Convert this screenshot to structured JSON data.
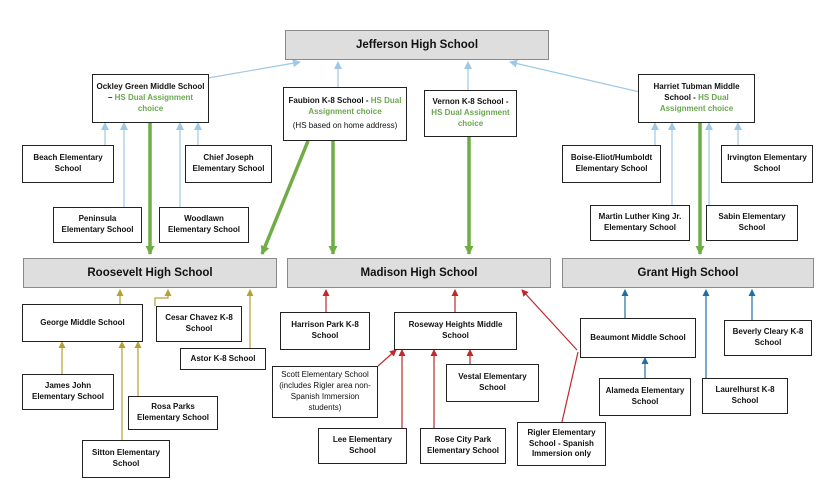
{
  "high_schools": {
    "jefferson": "Jefferson High School",
    "roosevelt": "Roosevelt High School",
    "madison": "Madison High School",
    "grant": "Grant High School"
  },
  "jefferson_feeders": {
    "ockley_green": {
      "name": "Ockley Green Middle School –",
      "note": "HS Dual Assignment choice"
    },
    "faubion": {
      "name": "Faubion K-8 School -",
      "note": "HS Dual Assignment choice",
      "subnote": "(HS based on home address)"
    },
    "vernon": {
      "name": "Vernon K-8 School -",
      "note": "HS Dual Assignment choice"
    },
    "harriet_tubman": {
      "name": "Harriet Tubman Middle School -",
      "note": "HS Dual Assignment choice"
    },
    "beach": "Beach Elementary School",
    "chief_joseph": "Chief Joseph Elementary School",
    "peninsula": "Peninsula Elementary School",
    "woodlawn": "Woodlawn Elementary School",
    "boise_eliot": "Boise-Eliot/Humboldt Elementary School",
    "irvington": "Irvington Elementary School",
    "mlk": "Martin Luther King Jr. Elementary School",
    "sabin": "Sabin Elementary School"
  },
  "roosevelt_feeders": {
    "george": "George Middle School",
    "cesar_chavez": "Cesar Chavez K-8 School",
    "astor": "Astor K-8 School",
    "james_john": "James John Elementary School",
    "rosa_parks": "Rosa Parks Elementary School",
    "sitton": "Sitton Elementary School"
  },
  "madison_feeders": {
    "harrison_park": "Harrison Park K-8 School",
    "roseway_heights": "Roseway Heights Middle School",
    "scott": "Scott Elementary School (includes Rigler area non-Spanish Immersion students)",
    "vestal": "Vestal Elementary School",
    "lee": "Lee Elementary School",
    "rose_city_park": "Rose City Park Elementary School",
    "rigler": "Rigler Elementary School - Spanish Immersion only"
  },
  "grant_feeders": {
    "beaumont": "Beaumont Middle School",
    "beverly_cleary": "Beverly Cleary K-8 School",
    "alameda": "Alameda Elementary School",
    "laurelhurst": "Laurelhurst K-8 School"
  },
  "colors": {
    "jefferson_line": "#9ec8e6",
    "dual_assignment": "#70ad47",
    "roosevelt_line": "#b8a030",
    "madison_line": "#c0282c",
    "grant_line": "#1f6f9f",
    "hs_fill": "#dedede",
    "choice_text": "#6aa84f"
  }
}
